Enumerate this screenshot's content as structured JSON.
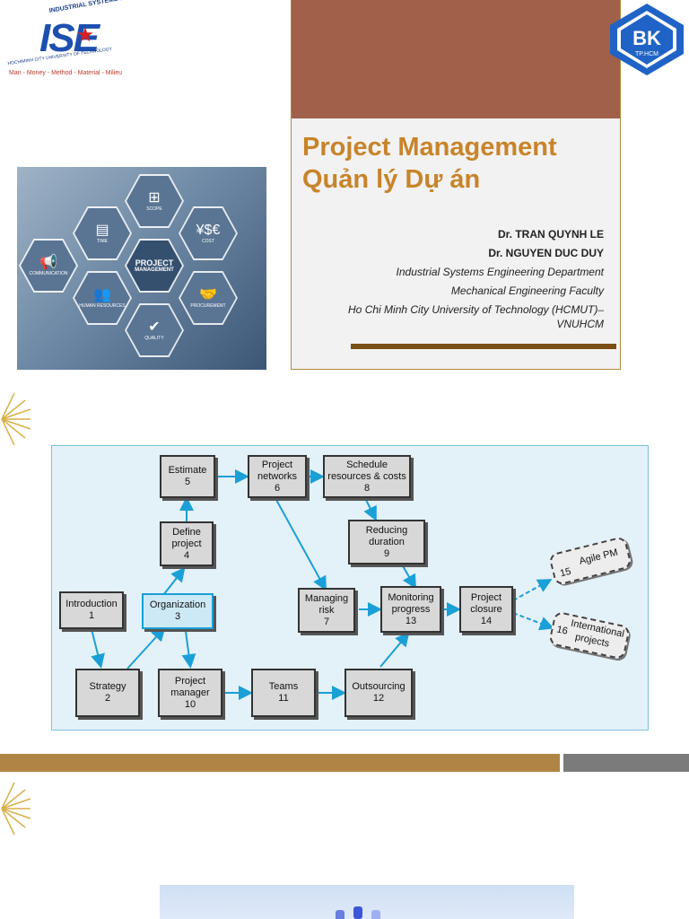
{
  "ise_logo": {
    "mark": "ISE",
    "arc_top": "INDUSTRIAL SYSTEMS ENGINEERING",
    "arc_bottom": "HOCHIMINH CITY UNIVERSITY OF TECHNOLOGY",
    "tagline": "Man - Money - Method - Material - Milieu"
  },
  "bk_logo": {
    "mark": "BK",
    "sub": "TP.HCM"
  },
  "title_card": {
    "title_en": "Project Management",
    "title_vi": "Quản lý Dự án",
    "author1": "Dr. TRAN QUYNH LE",
    "author2": "Dr. NGUYEN DUC DUY",
    "dept": "Industrial Systems Engineering Department",
    "faculty": "Mechanical Engineering Faculty",
    "university_line1": "Ho Chi Minh City University of Technology (HCMUT)–",
    "university_line2": "VNUHCM"
  },
  "photo": {
    "center": [
      "PROJECT",
      "MANAGEMENT"
    ],
    "hexes": {
      "scope": "SCOPE",
      "time": "TIME",
      "cost": "COST",
      "communication": "COMMUNICATION",
      "human": "HUMAN RESOURCES",
      "procurement": "PROCUREMENT",
      "quality": "QUALITY"
    }
  },
  "diagram": {
    "nodes": {
      "estimate": [
        "Estimate",
        "5"
      ],
      "networks": [
        "Project",
        "networks",
        "6"
      ],
      "schedule": [
        "Schedule",
        "resources & costs",
        "8"
      ],
      "define": [
        "Define",
        "project",
        "4"
      ],
      "reducing": [
        "Reducing",
        "duration",
        "9"
      ],
      "introduction": [
        "Introduction",
        "1"
      ],
      "organization": [
        "Organization",
        "3"
      ],
      "risk": [
        "Managing",
        "risk",
        "7"
      ],
      "monitoring": [
        "Monitoring",
        "progress",
        "13"
      ],
      "closure": [
        "Project",
        "closure",
        "14"
      ],
      "strategy": [
        "Strategy",
        "2"
      ],
      "manager": [
        "Project",
        "manager",
        "10"
      ],
      "teams": [
        "Teams",
        "11"
      ],
      "outsourcing": [
        "Outsourcing",
        "12"
      ]
    },
    "agile": {
      "num": "15",
      "label": "Agile PM"
    },
    "international": {
      "num": "16",
      "label1": "International",
      "label2": "projects"
    }
  },
  "colors": {
    "title": "#c8842a",
    "band": "#a0604a",
    "arrow": "#1aa0d6",
    "bar_gold": "#b08444",
    "bar_gray": "#7b7b7b"
  }
}
